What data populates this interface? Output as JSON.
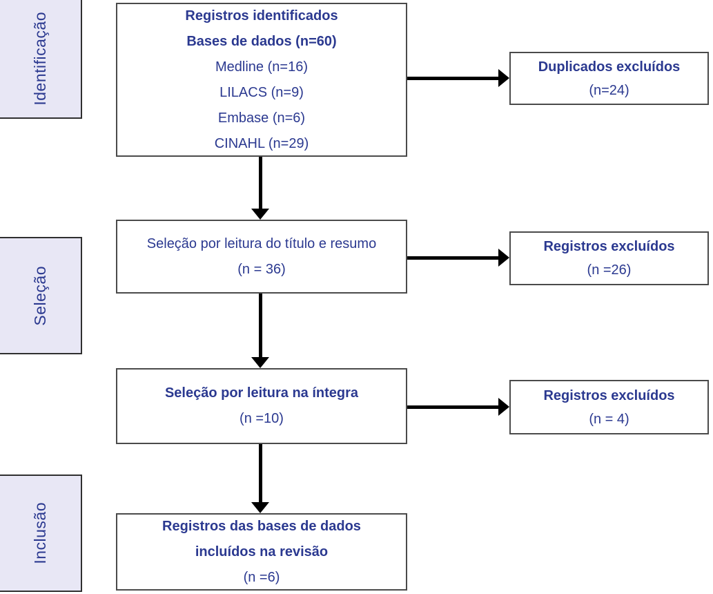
{
  "diagram": {
    "type": "prisma-flowchart",
    "colors": {
      "text": "#2b3990",
      "stage_fill": "#e8e7f5",
      "box_border": "#4a4a4a",
      "arrow": "#000000",
      "background": "#ffffff"
    },
    "stages": {
      "identification": "Identificação",
      "screening": "Seleção",
      "inclusion": "Inclusão"
    },
    "boxes": {
      "identified": {
        "title": "Registros identificados",
        "subtitle": "Bases de dados (n=60)",
        "sources": [
          "Medline (n=16)",
          "LILACS (n=9)",
          "Embase (n=6)",
          "CINAHL (n=29)"
        ]
      },
      "duplicates_excluded": {
        "title": "Duplicados excluídos",
        "count": "(n=24)"
      },
      "title_abstract_screening": {
        "title": "Seleção por leitura do título e resumo",
        "count": "(n = 36)"
      },
      "records_excluded_1": {
        "title": "Registros excluídos",
        "count": "(n =26)"
      },
      "full_text_screening": {
        "title": "Seleção por leitura na íntegra",
        "count": "(n =10)"
      },
      "records_excluded_2": {
        "title": "Registros excluídos",
        "count": "(n = 4)"
      },
      "included": {
        "title_line_1": "Registros das bases de dados",
        "title_line_2": "incluídos na revisão",
        "count": "(n =6)"
      }
    }
  }
}
